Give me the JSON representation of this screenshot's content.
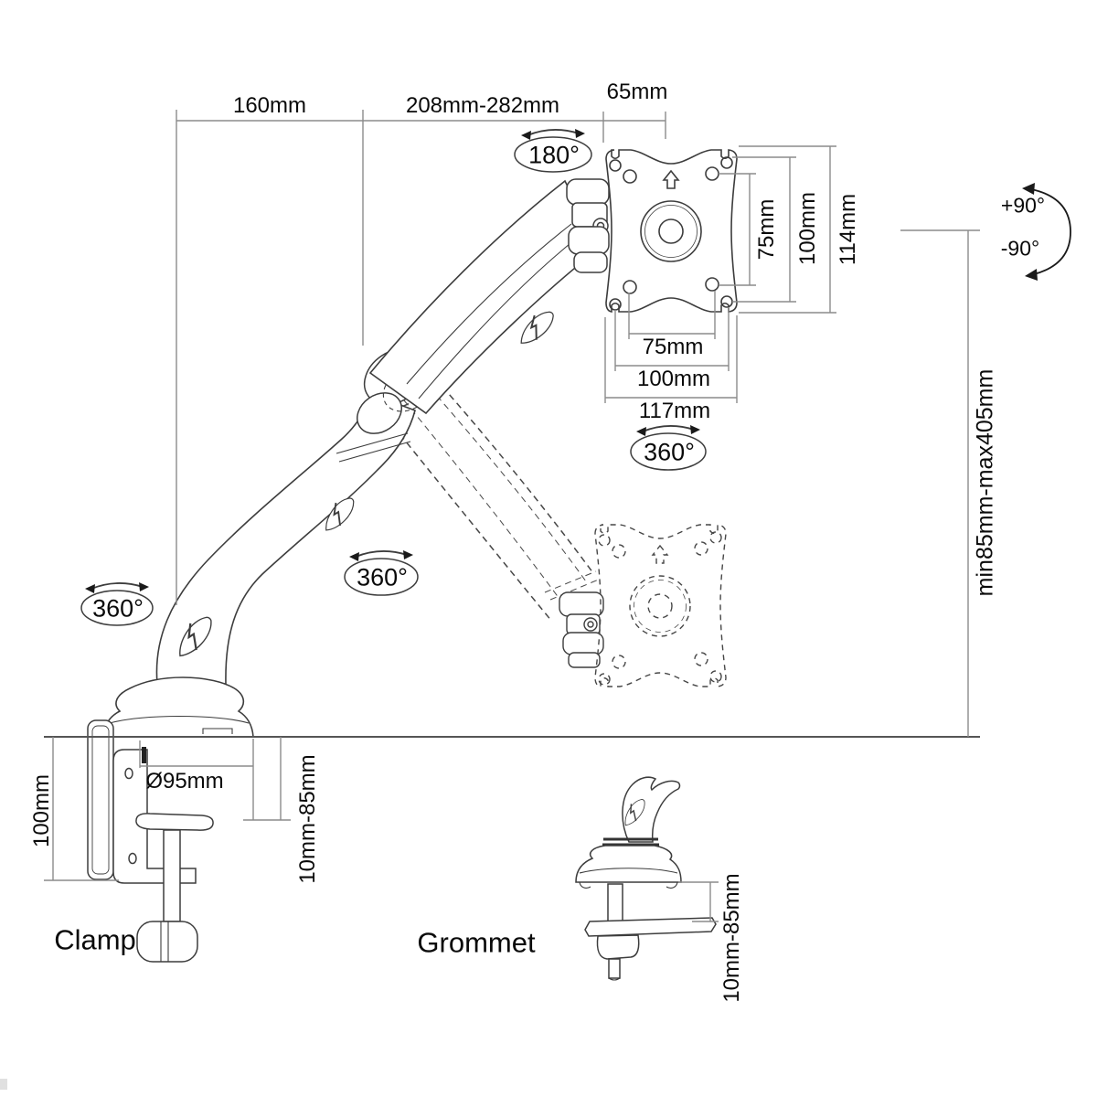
{
  "diagram": {
    "type": "technical-line-drawing",
    "subject": "Gas-spring single monitor desk mount arm with clamp and grommet fixing options",
    "colors": {
      "background": "#ffffff",
      "art_line": "#3d3d3d",
      "dimension_line": "#8c8c8c",
      "text": "#0a0a0a"
    }
  },
  "dims": {
    "arm_rear_reach": "160mm",
    "arm_front_reach": "208mm-282mm",
    "vesa_offset": "65mm",
    "vesa_hole_v_75": "75mm",
    "vesa_hole_v_100": "100mm",
    "vesa_plate_height": "114mm",
    "vesa_hole_h_75": "75mm",
    "vesa_hole_h_100": "100mm",
    "vesa_plate_width": "117mm",
    "height_range": "min85mm-max405mm",
    "base_diameter": "Ø95mm",
    "clamp_column_height": "100mm",
    "clamp_desk_thickness": "10mm-85mm",
    "grommet_desk_thickness": "10mm-85mm"
  },
  "rotation": {
    "head_swivel": "180°",
    "vesa_rotate": "360°",
    "elbow_swivel": "360°",
    "base_swivel": "360°",
    "tilt_up": "+90°",
    "tilt_down": "-90°"
  },
  "labels": {
    "clamp": "Clamp",
    "grommet": "Grommet"
  }
}
